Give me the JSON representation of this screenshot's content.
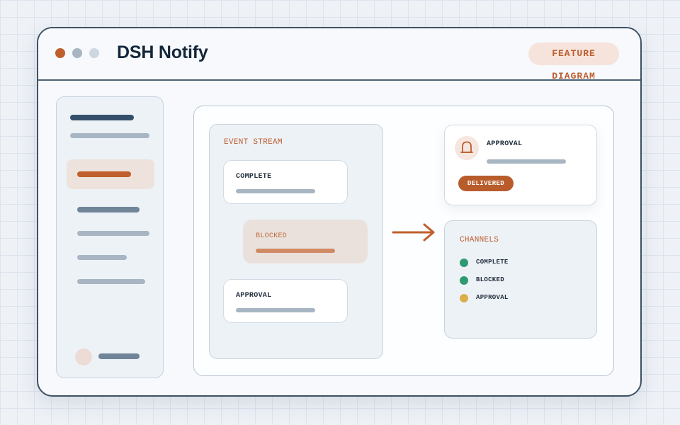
{
  "app": {
    "title": "DSH Notify",
    "tag": "FEATURE DIAGRAM"
  },
  "window_controls": [
    "close-dot",
    "minimize-dot",
    "maximize-dot"
  ],
  "colors": {
    "accent": "#bc5e2e",
    "dark": "#14263a",
    "muted": "#a8b5c3",
    "panel": "#edf2f7",
    "green": "#2e9a72",
    "yellow": "#dcae48"
  },
  "event_stream": {
    "label": "EVENT STREAM",
    "events": [
      {
        "title": "COMPLETE",
        "state": "normal"
      },
      {
        "title": "BLOCKED",
        "state": "highlighted"
      },
      {
        "title": "APPROVAL",
        "state": "normal"
      }
    ]
  },
  "flow_arrow": "arrow-right-icon",
  "notification": {
    "icon": "bell-icon",
    "title": "APPROVAL",
    "status": "DELIVERED"
  },
  "channels": {
    "label": "CHANNELS",
    "items": [
      {
        "name": "COMPLETE",
        "color": "#2e9a72"
      },
      {
        "name": "BLOCKED",
        "color": "#2e9a72"
      },
      {
        "name": "APPROVAL",
        "color": "#dcae48"
      }
    ]
  }
}
